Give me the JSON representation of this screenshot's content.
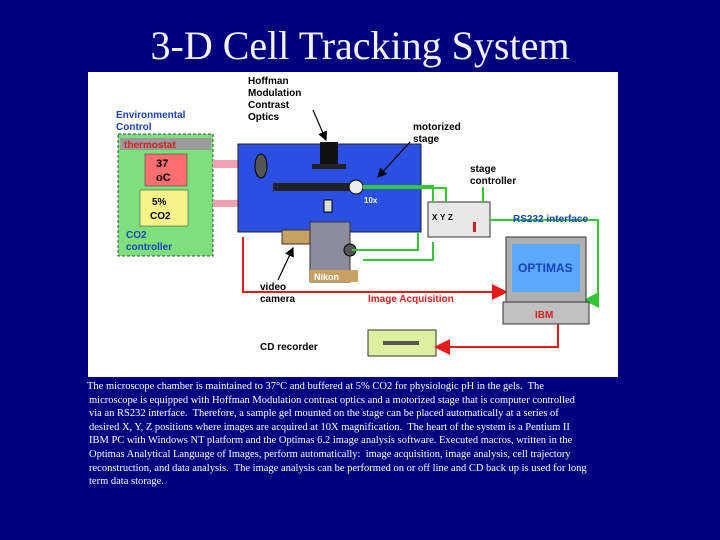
{
  "slide": {
    "title": "3-D Cell Tracking System"
  },
  "diagram": {
    "labels": {
      "hoffman": [
        "Hoffman",
        "Modulation",
        "Contrast",
        "Optics"
      ],
      "environmental": [
        "Environmental",
        "Control"
      ],
      "thermostat": "thermostat",
      "temp_value": "37",
      "temp_unit": "oC",
      "co2_percent": "5%",
      "co2_value": "CO2",
      "co2_controller": [
        "CO2",
        "controller"
      ],
      "motorized_stage": [
        "motorized",
        "stage"
      ],
      "stage_controller": [
        "stage",
        "controller"
      ],
      "xyz": [
        "X",
        "Y",
        "Z"
      ],
      "objective": "10x",
      "rs232": "RS232 interface",
      "optimas": "OPTIMAS",
      "ibm": "IBM",
      "nikon": "Nikon",
      "video_camera": [
        "video",
        "camera"
      ],
      "image_acquisition": "Image Acquisition",
      "cd_recorder": "CD recorder"
    },
    "colors": {
      "env_box": "#7de07d",
      "thermostat_band": "#9a9a9a",
      "temp_box": "#ff6f6f",
      "co2_box": "#f4f48a",
      "chamber": "#2b4fe0",
      "red_line": "#e51a1a",
      "green_line": "#33c833",
      "monitor_blue": "#5aa8ff",
      "label_red": "#d42020",
      "label_blue": "#1a44b8"
    }
  },
  "caption": {
    "lines": [
      "The microscope chamber is maintained to 37°C and buffered at 5% CO2 for physiologic pH in the gels.  The",
      "microscope is equipped with Hoffman Modulation contrast optics and a motorized stage that is computer controlled",
      "via an RS232 interface.  Therefore, a sample gel mounted on the stage can be placed automatically at a series of",
      "desired X, Y, Z positions where images are acquired at 10X magnification.  The heart of the system is a Pentium II",
      "IBM PC with Windows NT platform and the Optimas 6.2 image analysis software. Executed macros, written in the",
      "Optimas Analytical Language of Images, perform automatically:  image acquisition, image analysis, cell trajectory",
      "reconstruction, and data analysis.  The image analysis can be performed on or off line and CD back up is used for long",
      "term data storage."
    ]
  }
}
